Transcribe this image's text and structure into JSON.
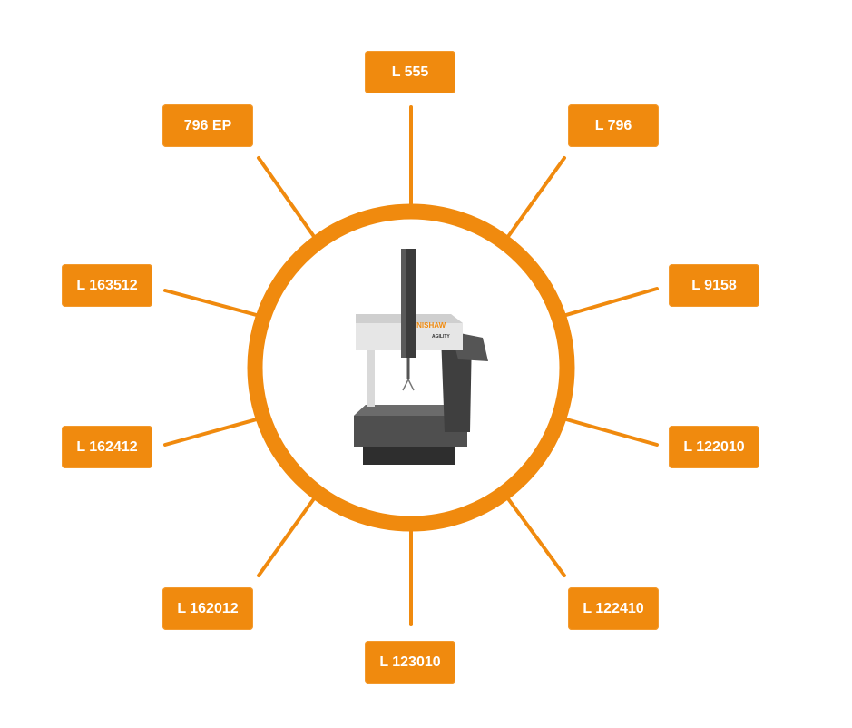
{
  "diagram": {
    "accent_color": "#f08a0e",
    "center_image": {
      "icon": "cmm-machine-icon",
      "brand_text": "RENISHAW",
      "model_text": "AGILITY"
    },
    "labels": {
      "top": "L 555",
      "top_left": "796 EP",
      "top_right": "L 796",
      "left_upper": "L 163512",
      "right_upper": "L 9158",
      "left_lower": "L 162412",
      "right_lower": "L 122010",
      "bottom_left": "L 162012",
      "bottom_right": "L 122410",
      "bottom": "L 123010"
    }
  }
}
